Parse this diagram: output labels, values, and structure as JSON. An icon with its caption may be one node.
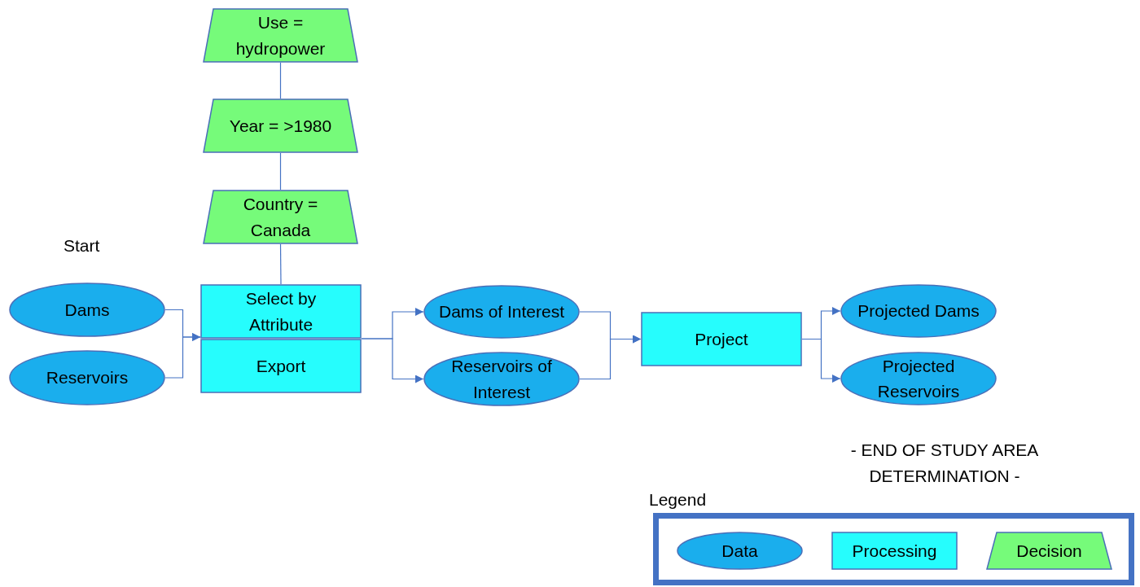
{
  "diagram": {
    "nodes": [
      {
        "text": [
          "Use = hydropower"
        ]
      },
      {
        "text": [
          "Year = >1980"
        ]
      },
      {
        "text": [
          "Country = Canada"
        ]
      },
      {
        "text": [
          "Select by Attribute"
        ]
      },
      {
        "text": [
          "Export"
        ]
      },
      {
        "text": [
          "Dams"
        ]
      },
      {
        "text": [
          "Reservoirs"
        ]
      },
      {
        "text": [
          "Dams of Interest"
        ]
      },
      {
        "text": [
          "Reservoirs of Interest"
        ]
      },
      {
        "text": [
          "Project"
        ]
      },
      {
        "text": [
          "Projected Dams"
        ]
      },
      {
        "text": [
          "Projected Reservoirs"
        ]
      }
    ],
    "edges": [
      {
        "from": 0,
        "to": 1,
        "arrow": "none"
      },
      {
        "from": 1,
        "to": 2,
        "arrow": "none"
      },
      {
        "from": 2,
        "to": 3,
        "arrow": "none"
      },
      {
        "from": 5,
        "to": 3,
        "arrow": "to"
      },
      {
        "from": 6,
        "to": 3,
        "arrow": "to"
      },
      {
        "from": 4,
        "to": 7,
        "arrow": "to"
      },
      {
        "from": 4,
        "to": 8,
        "arrow": "to"
      },
      {
        "from": 7,
        "to": 9,
        "arrow": "to"
      },
      {
        "from": 8,
        "to": 9,
        "arrow": "to"
      },
      {
        "from": 9,
        "to": 10,
        "arrow": "to"
      },
      {
        "from": 9,
        "to": 11,
        "arrow": "to"
      }
    ],
    "labels": [
      "Start",
      "- END OF STUDY AREA DETERMINATION -",
      "Legend"
    ],
    "legend": [
      {
        "text": "Data",
        "color": "#1aaeed"
      },
      {
        "text": "Processing",
        "color": "#26fdfd"
      },
      {
        "text": "Decision",
        "color": "#76fb7a"
      }
    ]
  }
}
